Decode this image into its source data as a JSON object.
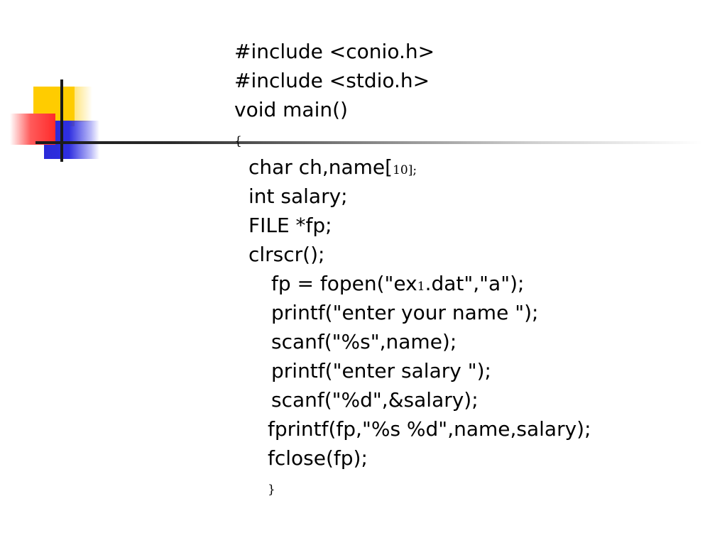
{
  "code": {
    "lines": [
      "#include <conio.h>",
      "#include <stdio.h>",
      "void main()",
      "{",
      "char ch,name[",
      "10];",
      "int salary;",
      "FILE *fp;",
      "clrscr();",
      "fp = fopen(\"ex",
      "1",
      ".dat\",\"a\");",
      "printf(\"enter your name \");",
      "scanf(\"%s\",name);",
      "printf(\"enter salary \");",
      "scanf(\"%d\",&salary);",
      "fprintf(fp,\"%s %d\",name,salary);",
      "fclose(fp);",
      "}"
    ]
  },
  "colors": {
    "ornament_yellow": "#ffcc00",
    "ornament_red": "#ff2a2a",
    "ornament_blue": "#2a2ad8",
    "rule": "#1a1a1a"
  }
}
